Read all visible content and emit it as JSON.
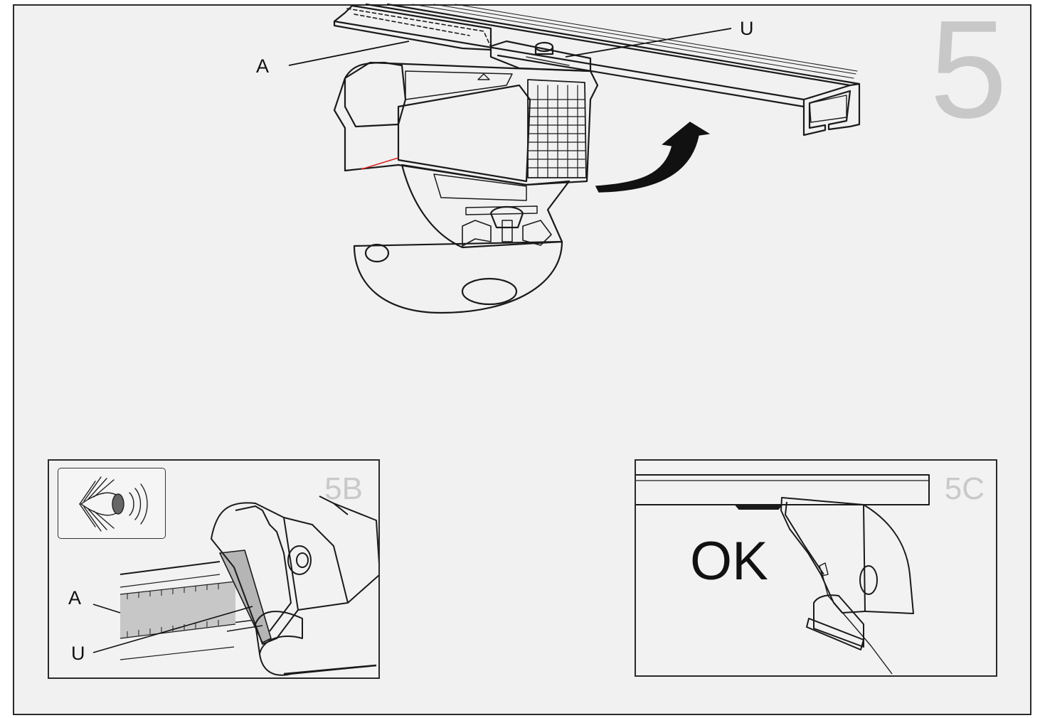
{
  "figure": {
    "step_number": "5",
    "main_labels": {
      "a": "A",
      "u": "U"
    },
    "inset_b": {
      "label": "5B",
      "label_a": "A",
      "label_u": "U"
    },
    "inset_c": {
      "label": "5C",
      "status_text": "OK"
    },
    "colors": {
      "background": "#f1f1f1",
      "line": "#1a1a1a",
      "step_number": "#c8c8c8",
      "inset_label": "#c9c9c9",
      "red_mark": "#d62020",
      "measure_strip": "#c7c7c7"
    }
  }
}
